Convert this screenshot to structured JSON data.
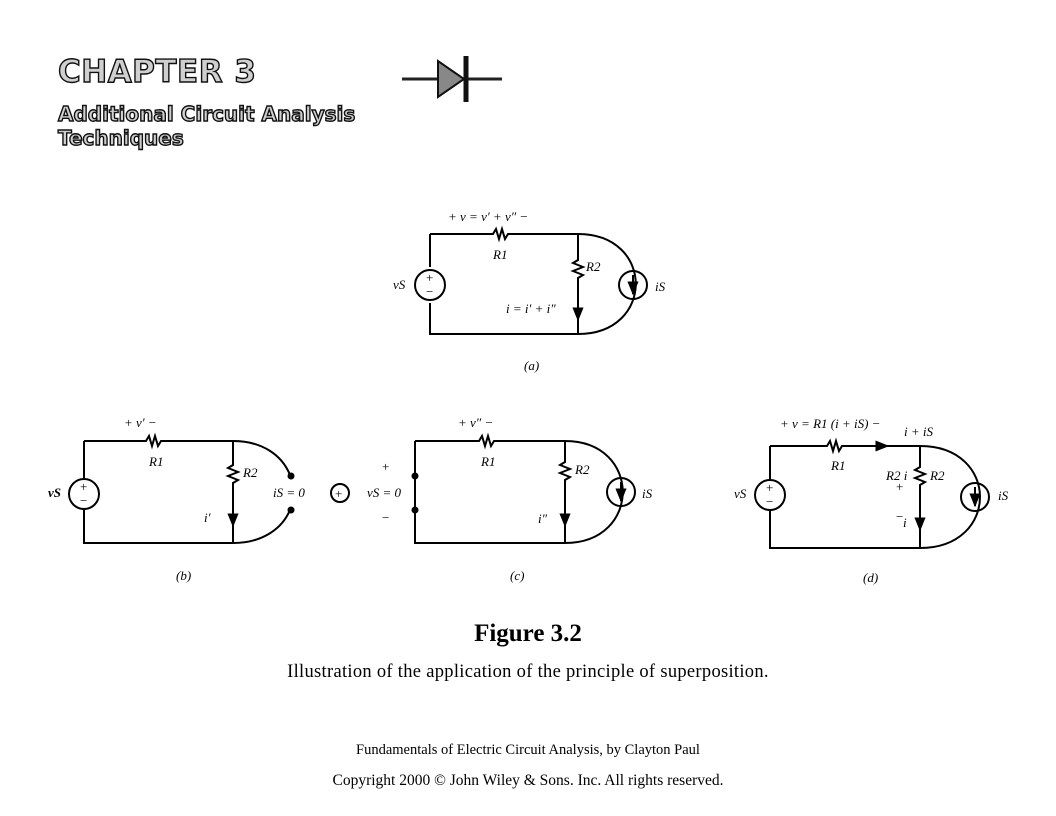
{
  "chapter": {
    "title": "CHAPTER 3",
    "subtitle_line1": "Additional Circuit Analysis",
    "subtitle_line2": "Techniques"
  },
  "circuits": {
    "a": {
      "voltage_label": "+  v = v′ + v″  −",
      "r1": "R1",
      "r2": "R2",
      "source_v": "vS",
      "source_i": "iS",
      "current_label": "i = i′ + i″",
      "caption": "(a)"
    },
    "b": {
      "voltage_label": "+  v′  −",
      "r1": "R1",
      "r2": "R2",
      "source_v": "vS",
      "current_label": "i′",
      "open_label": "iS = 0",
      "caption": "(b)"
    },
    "plus_symbol": "+",
    "c": {
      "voltage_label": "+  v″  −",
      "r1": "R1",
      "r2": "R2",
      "short_label": "vS = 0",
      "source_i": "iS",
      "current_label": "i″",
      "caption": "(c)"
    },
    "d": {
      "voltage_label": "+  v = R1 (i + iS)  −",
      "r1": "R1",
      "r2": "R2",
      "source_v": "vS",
      "source_i": "iS",
      "branch_current": "i + iS",
      "r2_voltage": "R2 i",
      "current_label": "i",
      "caption": "(d)"
    }
  },
  "figure": {
    "title": "Figure 3.2",
    "caption": "Illustration of the application of the principle of superposition."
  },
  "footer": {
    "book": "Fundamentals of Electric Circuit Analysis, by Clayton Paul",
    "copyright": "Copyright 2000 © John Wiley & Sons. Inc. All rights reserved."
  }
}
